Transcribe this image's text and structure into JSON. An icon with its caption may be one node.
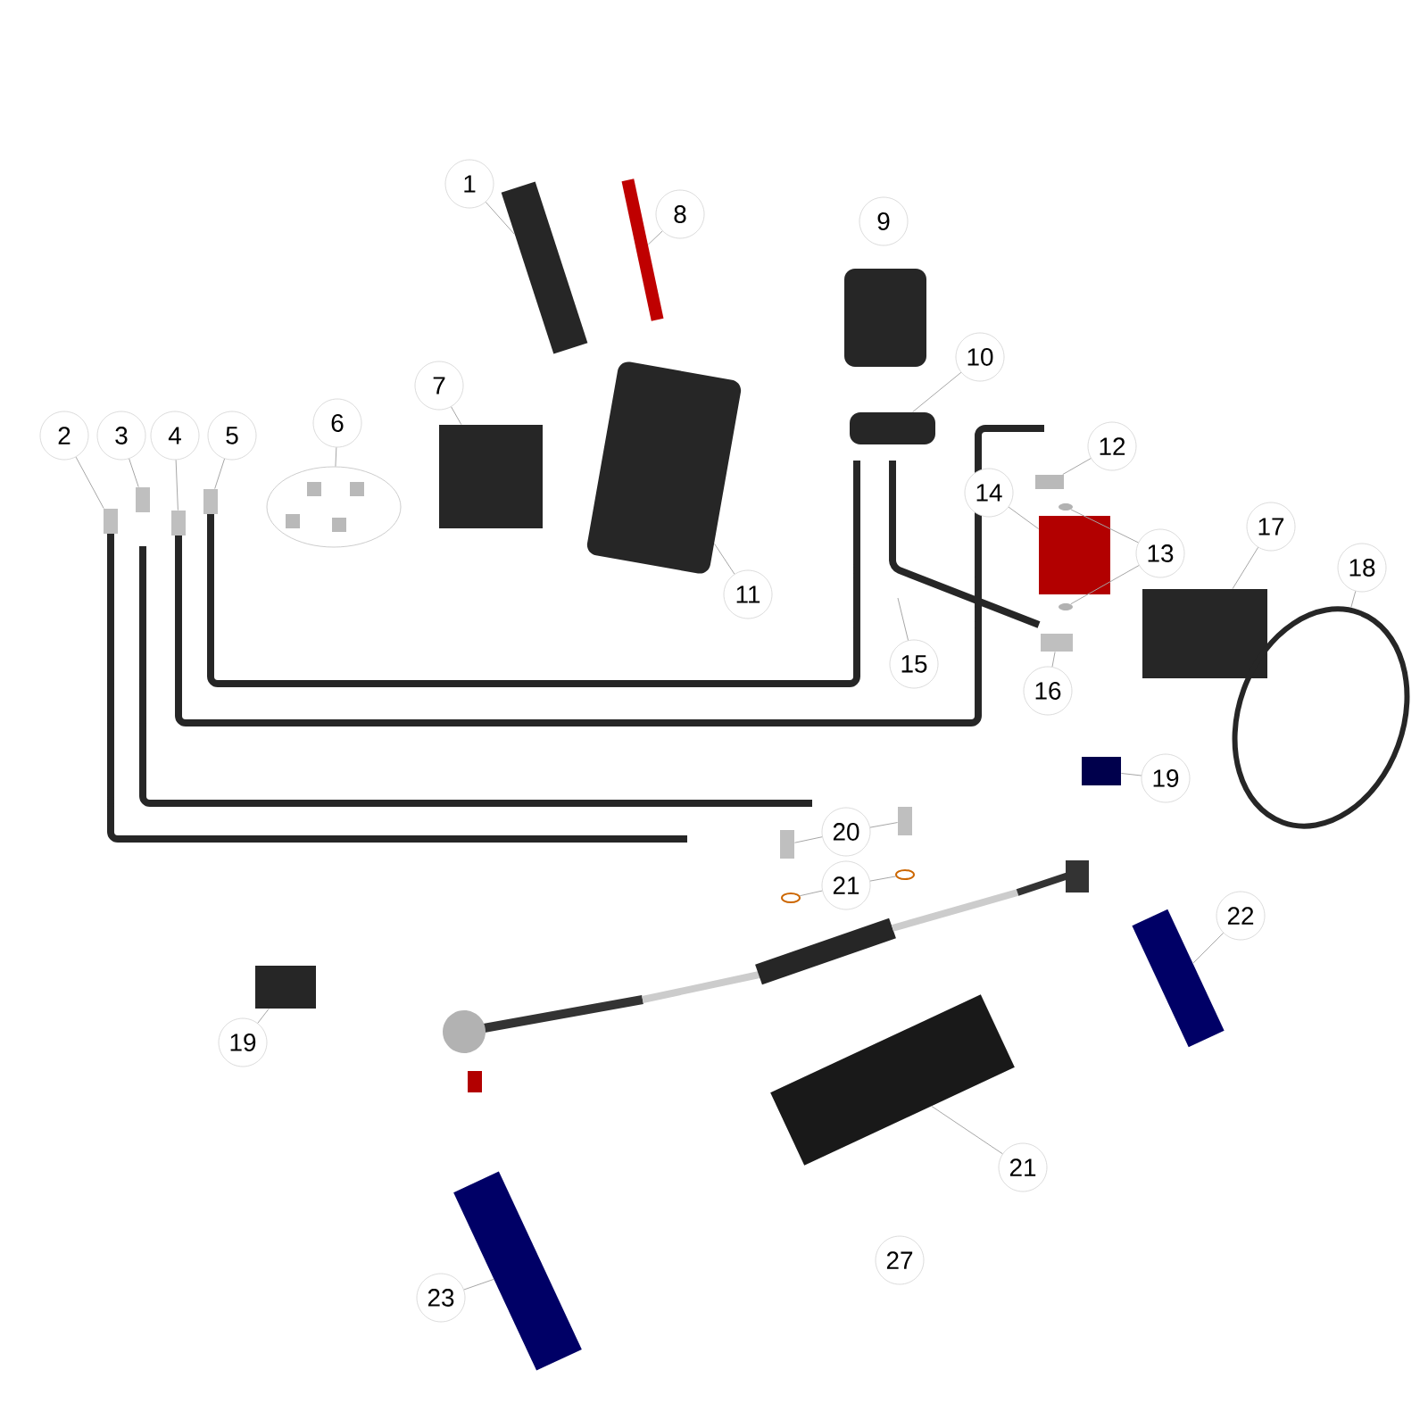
{
  "diagram": {
    "nodes": [
      {
        "text": [
          "1"
        ]
      },
      {
        "text": [
          "8"
        ]
      },
      {
        "text": [
          "9"
        ]
      },
      {
        "text": [
          "10"
        ]
      },
      {
        "text": [
          "7"
        ]
      },
      {
        "text": [
          "2"
        ]
      },
      {
        "text": [
          "3"
        ]
      },
      {
        "text": [
          "4"
        ]
      },
      {
        "text": [
          "5"
        ]
      },
      {
        "text": [
          "6"
        ]
      },
      {
        "text": [
          "12"
        ]
      },
      {
        "text": [
          "14"
        ]
      },
      {
        "text": [
          "17"
        ]
      },
      {
        "text": [
          "13"
        ]
      },
      {
        "text": [
          "18"
        ]
      },
      {
        "text": [
          "11"
        ]
      },
      {
        "text": [
          "15"
        ]
      },
      {
        "text": [
          "16"
        ]
      },
      {
        "text": [
          "19"
        ]
      },
      {
        "text": [
          "20"
        ]
      },
      {
        "text": [
          "21"
        ]
      },
      {
        "text": [
          "22"
        ]
      },
      {
        "text": [
          "19"
        ]
      },
      {
        "text": [
          "21"
        ]
      },
      {
        "text": [
          "27"
        ]
      },
      {
        "text": [
          "23"
        ]
      },
      {
        "text": [],
        "shape": "box"
      },
      {
        "text": [],
        "shape": "box"
      },
      {
        "text": [],
        "shape": "box"
      },
      {
        "text": [],
        "shape": "box"
      },
      {
        "text": [],
        "shape": "box"
      },
      {
        "text": [],
        "shape": "box"
      },
      {
        "text": [],
        "shape": "box"
      },
      {
        "text": [],
        "shape": "box"
      },
      {
        "text": [],
        "shape": "box"
      },
      {
        "text": [],
        "shape": "circle"
      },
      {
        "text": [],
        "shape": "box"
      },
      {
        "text": [],
        "shape": "box"
      },
      {
        "text": [],
        "shape": "circle"
      },
      {
        "text": [],
        "shape": "circle"
      },
      {
        "text": [],
        "shape": "box"
      },
      {
        "text": [],
        "shape": "circle"
      },
      {
        "text": [],
        "shape": "box"
      },
      {
        "text": [],
        "shape": "box"
      },
      {
        "text": [],
        "shape": "box"
      },
      {
        "text": [],
        "shape": "box"
      },
      {
        "text": [],
        "shape": "box"
      },
      {
        "text": [],
        "shape": "circle"
      },
      {
        "text": [],
        "shape": "circle"
      },
      {
        "text": [],
        "shape": "box"
      },
      {
        "text": [],
        "shape": "box"
      },
      {
        "text": [],
        "shape": "box"
      },
      {
        "text": [],
        "shape": "box"
      }
    ],
    "edges": [
      {
        "from": 0,
        "to": 26,
        "arrow": "none"
      },
      {
        "from": 1,
        "to": 27,
        "arrow": "none"
      },
      {
        "from": 3,
        "to": 29,
        "arrow": "none"
      },
      {
        "from": 4,
        "to": 30,
        "arrow": "none"
      },
      {
        "from": 5,
        "to": 31,
        "arrow": "none"
      },
      {
        "from": 6,
        "to": 32,
        "arrow": "none"
      },
      {
        "from": 7,
        "to": 33,
        "arrow": "none"
      },
      {
        "from": 8,
        "to": 34,
        "arrow": "none"
      },
      {
        "from": 9,
        "to": 35,
        "arrow": "none"
      },
      {
        "from": 10,
        "to": 36,
        "arrow": "none"
      },
      {
        "from": 11,
        "to": 37,
        "arrow": "none"
      },
      {
        "from": 13,
        "to": 38,
        "arrow": "none"
      },
      {
        "from": 13,
        "to": 39,
        "arrow": "none"
      },
      {
        "from": 12,
        "to": 40,
        "arrow": "none"
      },
      {
        "from": 14,
        "to": 41,
        "arrow": "none"
      },
      {
        "from": 15,
        "to": 42,
        "arrow": "none"
      },
      {
        "from": 16,
        "to": null,
        "arrow": "none"
      },
      {
        "from": 17,
        "to": 43,
        "arrow": "none"
      },
      {
        "from": 18,
        "to": 44,
        "arrow": "none"
      },
      {
        "from": 19,
        "to": 45,
        "arrow": "none"
      },
      {
        "from": 19,
        "to": 46,
        "arrow": "none"
      },
      {
        "from": 20,
        "to": 47,
        "arrow": "none"
      },
      {
        "from": 20,
        "to": 48,
        "arrow": "none"
      },
      {
        "from": 21,
        "to": 49,
        "arrow": "none"
      },
      {
        "from": 22,
        "to": 50,
        "arrow": "none"
      },
      {
        "from": 23,
        "to": 51,
        "arrow": "none"
      },
      {
        "from": 25,
        "to": 52,
        "arrow": "none"
      }
    ]
  }
}
